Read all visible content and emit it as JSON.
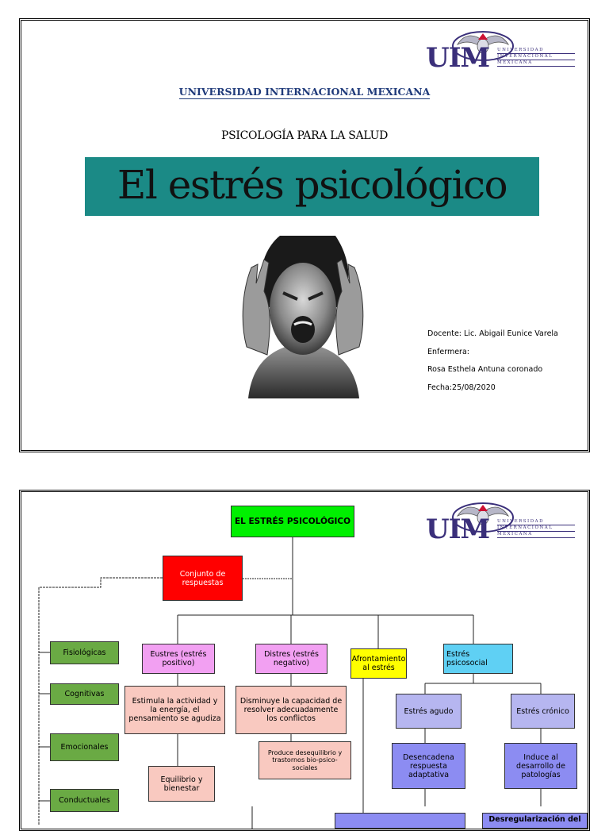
{
  "logo": {
    "letters": "UIM",
    "lines": [
      "UNIVERSIDAD",
      "INTERNACIONAL",
      "MEXICANA"
    ]
  },
  "cover": {
    "university": "UNIVERSIDAD INTERNACIONAL MEXICANA",
    "course": "PSICOLOGÍA PARA LA SALUD",
    "title": "El estrés psicológico",
    "colors": {
      "title_band": "#1b8a86"
    },
    "info": [
      "Docente: Lic. Abigail Eunice Varela",
      "Enfermera:",
      "Rosa Esthela Antuna coronado",
      "Fecha:25/08/2020"
    ]
  },
  "map": {
    "root": "EL ESTRÉS PSICOLÓGICO",
    "conjunto": "Conjunto de respuestas",
    "responses": [
      "Fisiológicas",
      "Cognitivas",
      "Emocionales",
      "Conductuales"
    ],
    "eustres": "Eustres (estrés positivo)",
    "distres": "Distres (estrés negativo)",
    "afrontamiento": "Afrontamiento al estrés",
    "psicosocial": "Estrés psicosocial",
    "estimula": "Estimula la actividad y la energía, el pensamiento se agudiza",
    "disminuye": "Disminuye la capacidad de resolver adecuadamente los conflictos",
    "produce": "Produce desequilibrio y trastornos bio-psico-sociales",
    "equilibrio": "Equilibrio y bienestar",
    "agudo": "Estrés agudo",
    "cronico": "Estrés crónico",
    "desencadena": "Desencadena respuesta adaptativa",
    "induce": "Induce al desarrollo de patologías",
    "desregulacion": "Desregularización del",
    "colors": {
      "green": "#6aaa44",
      "pink": "#f2a0f2",
      "salmon": "#f9c9c0",
      "lavender": "#b6b6f0",
      "blue": "#8c8cf2",
      "yellow": "#ffff00",
      "cyan": "#5fd0f4",
      "red": "#ff0000",
      "lime": "#00f000"
    }
  }
}
